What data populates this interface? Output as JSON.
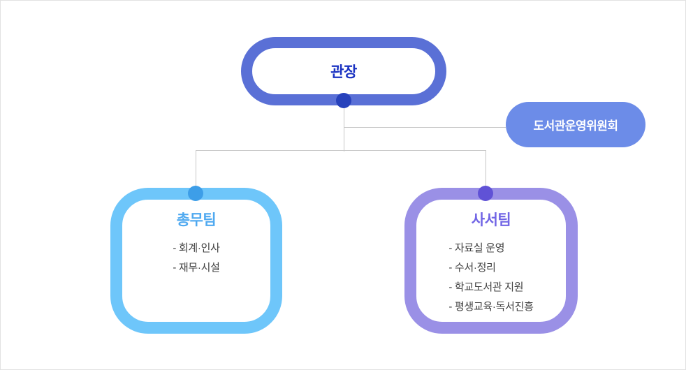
{
  "page": {
    "background_color": "#ffffff",
    "border_color": "#e2e2e2",
    "connector_color": "#c6c6c6"
  },
  "org_chart": {
    "type": "org-chart",
    "root": {
      "label": "관장",
      "text_color": "#1b33c2",
      "border_color": "#5a70d6",
      "dot_color": "#2742bc"
    },
    "committee": {
      "label": "도서관운영위원회",
      "background_color": "#6c8ce8",
      "text_color": "#ffffff"
    },
    "teams": [
      {
        "label": "총무팀",
        "title_color": "#4fa9f0",
        "border_color": "#6ec6fa",
        "dot_color": "#3d9ee8",
        "duties": [
          "- 회계·인사",
          "- 재무·시설"
        ]
      },
      {
        "label": "사서팀",
        "title_color": "#7165e5",
        "border_color": "#9a90e6",
        "dot_color": "#6052d6",
        "duties": [
          "- 자료실 운영",
          "- 수서·정리",
          "- 학교도서관 지원",
          "- 평생교육·독서진흥"
        ]
      }
    ]
  }
}
